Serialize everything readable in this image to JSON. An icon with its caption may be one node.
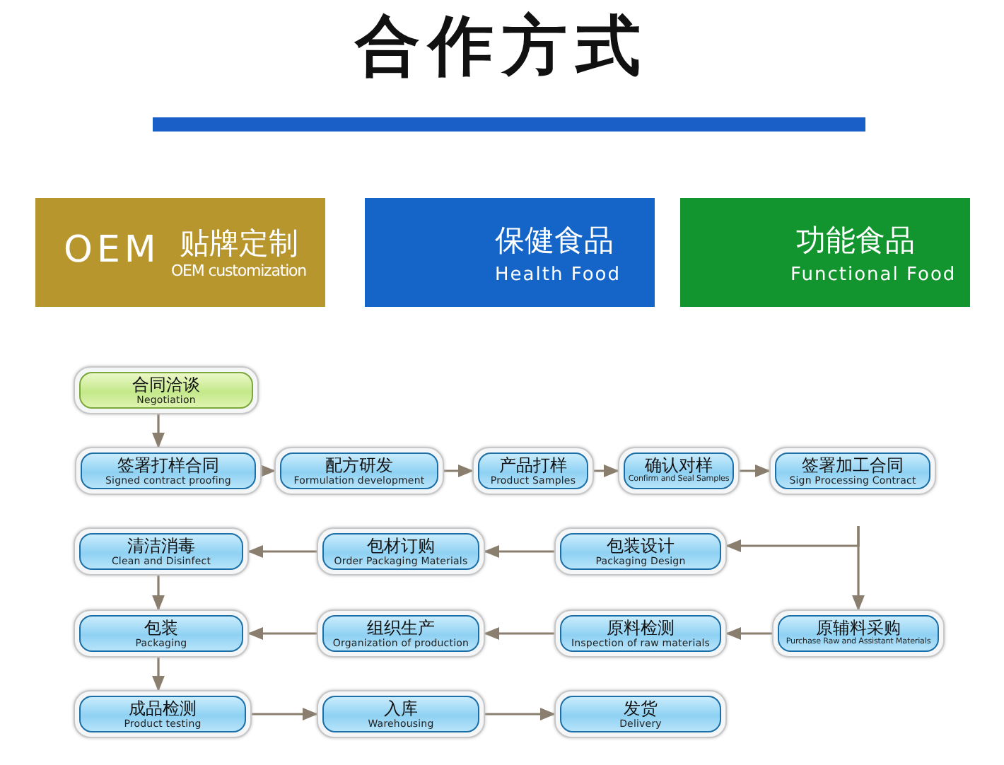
{
  "diagram": {
    "title": "合作方式",
    "nodes": [
      {
        "text": [
          "OEM",
          "贴牌定制",
          "OEM customization"
        ]
      },
      {
        "text": [
          "保健食品",
          "Health Food"
        ]
      },
      {
        "text": [
          "功能食品",
          "Functional Food"
        ]
      },
      {
        "text": [
          "合同洽谈",
          "Negotiation"
        ]
      },
      {
        "text": [
          "签署打样合同",
          "Signed contract proofing"
        ]
      },
      {
        "text": [
          "配方研发",
          "Formulation development"
        ]
      },
      {
        "text": [
          "产品打样",
          "Product Samples"
        ]
      },
      {
        "text": [
          "确认对样",
          "Confirm and Seal Samples"
        ]
      },
      {
        "text": [
          "签署加工合同",
          "Sign Processing Contract"
        ]
      },
      {
        "text": [
          "清洁消毒",
          "Clean and Disinfect"
        ]
      },
      {
        "text": [
          "包材订购",
          "Order Packaging Materials"
        ]
      },
      {
        "text": [
          "包装设计",
          "Packaging Design"
        ]
      },
      {
        "text": [
          "包装",
          "Packaging"
        ]
      },
      {
        "text": [
          "组织生产",
          "Organization of production"
        ]
      },
      {
        "text": [
          "原料检测",
          "Inspection of raw materials"
        ]
      },
      {
        "text": [
          "原辅料采购",
          "Purchase Raw and Assistant Materials"
        ]
      },
      {
        "text": [
          "成品检测",
          "Product testing"
        ]
      },
      {
        "text": [
          "入库",
          "Warehousing"
        ]
      },
      {
        "text": [
          "发货",
          "Delivery"
        ]
      }
    ],
    "edges": [
      {
        "from": 3,
        "to": 4,
        "arrow": "to"
      },
      {
        "from": 4,
        "to": 5,
        "arrow": "to"
      },
      {
        "from": 5,
        "to": 6,
        "arrow": "to"
      },
      {
        "from": 6,
        "to": 7,
        "arrow": "to"
      },
      {
        "from": 7,
        "to": 8,
        "arrow": "to"
      },
      {
        "from": null,
        "to": 11,
        "arrow": "to"
      },
      {
        "from": null,
        "to": 15,
        "arrow": "to"
      },
      {
        "from": 11,
        "to": 10,
        "arrow": "to"
      },
      {
        "from": 10,
        "to": 9,
        "arrow": "to"
      },
      {
        "from": 9,
        "to": 12,
        "arrow": "to"
      },
      {
        "from": 15,
        "to": 14,
        "arrow": "to"
      },
      {
        "from": 14,
        "to": 13,
        "arrow": "to"
      },
      {
        "from": 13,
        "to": 12,
        "arrow": "to"
      },
      {
        "from": 12,
        "to": 16,
        "arrow": "to"
      },
      {
        "from": 16,
        "to": 17,
        "arrow": "to"
      },
      {
        "from": 17,
        "to": 18,
        "arrow": "to"
      }
    ]
  }
}
